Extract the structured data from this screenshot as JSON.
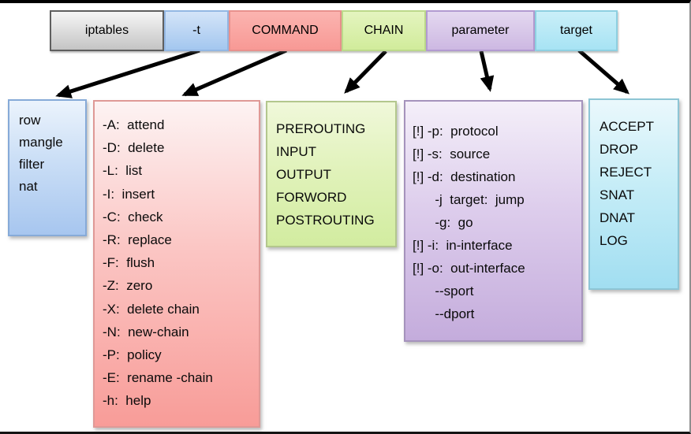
{
  "top_row": [
    {
      "label": "iptables",
      "color": "#d9d9d9"
    },
    {
      "label": "-t",
      "color": "#b8d2f2"
    },
    {
      "label": "COMMAND",
      "color": "#f9a7a3"
    },
    {
      "label": "CHAIN",
      "color": "#d9efa9"
    },
    {
      "label": "parameter",
      "color": "#d7c5e8"
    },
    {
      "label": "target",
      "color": "#b3e7f5"
    }
  ],
  "detail_boxes": {
    "tables": {
      "color": "#aac8ef",
      "items": [
        "row",
        "mangle",
        "filter",
        "nat"
      ]
    },
    "commands": {
      "color": "#f89c98",
      "items": [
        "-A:  attend",
        "-D:  delete",
        "-L:  list",
        "-I:  insert",
        "-C:  check",
        "-R:  replace",
        "-F:  flush",
        "-Z:  zero",
        "-X:  delete chain",
        "-N:  new-chain",
        "-P:  policy",
        "-E:  rename -chain",
        "-h:  help"
      ]
    },
    "chains": {
      "color": "#d2eca0",
      "items": [
        "PREROUTING",
        "INPUT",
        "OUTPUT",
        "FORWORD",
        "POSTROUTING"
      ]
    },
    "parameters": {
      "color": "#c4acdc",
      "items": [
        "[!] -p:  protocol",
        "[!] -s:  source",
        "[!] -d:  destination",
        "      -j  target:  jump",
        "      -g:  go",
        "[!] -i:  in-interface",
        "[!] -o:  out-interface",
        "      --sport",
        "      --dport"
      ]
    },
    "targets": {
      "color": "#a1def1",
      "items": [
        "ACCEPT",
        "DROP",
        "REJECT",
        "SNAT",
        "DNAT",
        "LOG"
      ]
    }
  }
}
